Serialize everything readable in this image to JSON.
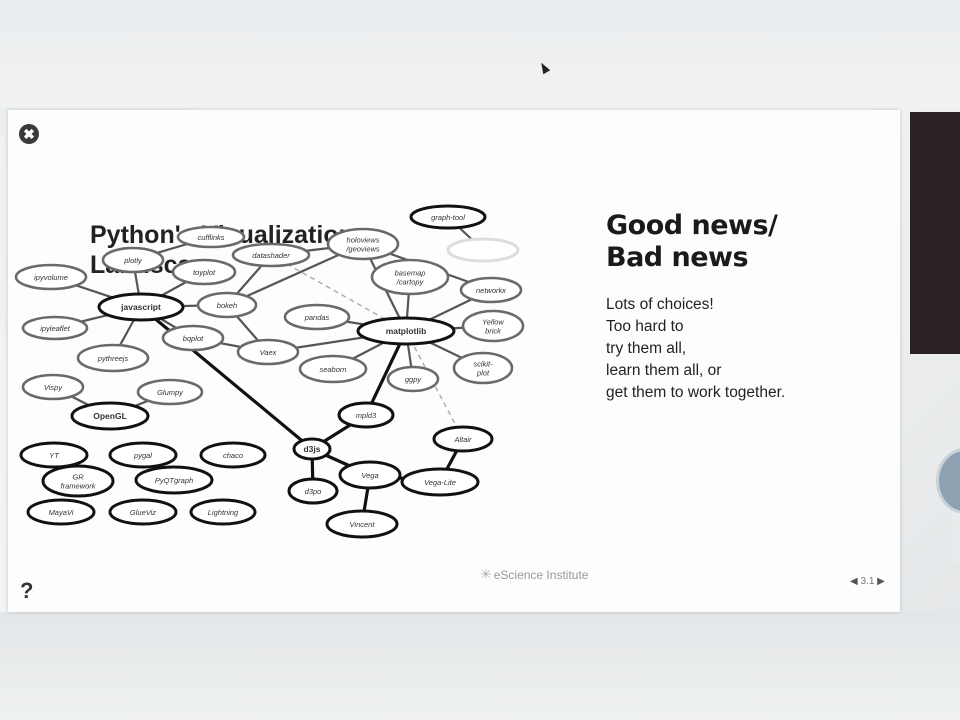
{
  "slide": {
    "title": "Python's Visualization Landscape",
    "right_title": [
      "Good news/",
      "Bad news"
    ],
    "right_body": [
      "Lots of choices!",
      "Too hard to",
      "try them all,",
      "learn them all, or",
      "get them to work together."
    ],
    "footer_logo": "eScience Institute",
    "nav_page": "3.1"
  },
  "controls": {
    "close_symbol": "✖",
    "help_symbol": "?",
    "prev_symbol": "◀",
    "next_symbol": "▶"
  },
  "diagram": {
    "nodes": [
      {
        "id": "graph-tool",
        "label": "graph-tool",
        "bold": true
      },
      {
        "id": "hidden",
        "label": ""
      },
      {
        "id": "cufflinks",
        "label": "cufflinks"
      },
      {
        "id": "datashader",
        "label": "datashader"
      },
      {
        "id": "holoviews",
        "label": [
          "holoviews",
          "/geoviews"
        ]
      },
      {
        "id": "ipyvolume",
        "label": "ipyvolume"
      },
      {
        "id": "plotly",
        "label": "plotly"
      },
      {
        "id": "toyplot",
        "label": "toyplot"
      },
      {
        "id": "basemap",
        "label": [
          "basemap",
          "/cartopy"
        ]
      },
      {
        "id": "networkx",
        "label": "networkx"
      },
      {
        "id": "javascript",
        "label": "javascript",
        "bold": true
      },
      {
        "id": "bokeh",
        "label": "bokeh"
      },
      {
        "id": "pandas",
        "label": "pandas"
      },
      {
        "id": "ipyleaflet",
        "label": "ipyleaflet"
      },
      {
        "id": "matplotlib",
        "label": "matplotlib",
        "bold": true
      },
      {
        "id": "yellowbrick",
        "label": [
          "Yellow",
          "brick"
        ]
      },
      {
        "id": "bqplot",
        "label": "bqplot"
      },
      {
        "id": "vaex",
        "label": "Vaex"
      },
      {
        "id": "pythreejs",
        "label": "pythreejs"
      },
      {
        "id": "seaborn",
        "label": "seaborn"
      },
      {
        "id": "scikitplot",
        "label": [
          "scikit-",
          "plot"
        ]
      },
      {
        "id": "ggpy",
        "label": "ggpy"
      },
      {
        "id": "vispy",
        "label": "Vispy"
      },
      {
        "id": "glumpy",
        "label": "Glumpy"
      },
      {
        "id": "opengl",
        "label": "OpenGL",
        "bold": true
      },
      {
        "id": "mpld3",
        "label": "mpld3",
        "bold": true
      },
      {
        "id": "altair",
        "label": "Altair",
        "bold": true
      },
      {
        "id": "d3js",
        "label": "d3js",
        "bold": true
      },
      {
        "id": "yt",
        "label": "YT",
        "bold": true
      },
      {
        "id": "pygal",
        "label": "pygal",
        "bold": true
      },
      {
        "id": "chaco",
        "label": "chaco",
        "bold": true
      },
      {
        "id": "vega",
        "label": "Vega",
        "bold": true
      },
      {
        "id": "vegalite",
        "label": "Vega-Lite",
        "bold": true
      },
      {
        "id": "grframework",
        "label": [
          "GR",
          "framework"
        ],
        "bold": true
      },
      {
        "id": "pyqtgraph",
        "label": "PyQTgraph",
        "bold": true
      },
      {
        "id": "d3po",
        "label": "d3po",
        "bold": true
      },
      {
        "id": "mayavi",
        "label": "MayaVi",
        "bold": true
      },
      {
        "id": "glueviz",
        "label": "GlueViz",
        "bold": true
      },
      {
        "id": "lightning",
        "label": "Lightning",
        "bold": true
      },
      {
        "id": "vincent",
        "label": "Vincent",
        "bold": true
      }
    ],
    "edges": [
      [
        "ipyvolume",
        "javascript",
        "thin"
      ],
      [
        "plotly",
        "javascript",
        "thin"
      ],
      [
        "cufflinks",
        "plotly",
        "thin"
      ],
      [
        "toyplot",
        "javascript",
        "thin"
      ],
      [
        "bokeh",
        "javascript",
        "thin"
      ],
      [
        "ipyleaflet",
        "javascript",
        "thin"
      ],
      [
        "pythreejs",
        "javascript",
        "thin"
      ],
      [
        "bqplot",
        "javascript",
        "thin"
      ],
      [
        "datashader",
        "bokeh",
        "thin"
      ],
      [
        "datashader",
        "holoviews",
        "thin"
      ],
      [
        "holoviews",
        "bokeh",
        "thin"
      ],
      [
        "holoviews",
        "matplotlib",
        "thin"
      ],
      [
        "holoviews",
        "networkx",
        "thin"
      ],
      [
        "basemap",
        "matplotlib",
        "thin"
      ],
      [
        "networkx",
        "matplotlib",
        "thin"
      ],
      [
        "graph-tool",
        "hidden",
        "thin"
      ],
      [
        "pandas",
        "matplotlib",
        "thin"
      ],
      [
        "yellowbrick",
        "matplotlib",
        "thin"
      ],
      [
        "scikitplot",
        "matplotlib",
        "thin"
      ],
      [
        "seaborn",
        "matplotlib",
        "thin"
      ],
      [
        "ggpy",
        "matplotlib",
        "thin"
      ],
      [
        "vaex",
        "matplotlib",
        "thin"
      ],
      [
        "vaex",
        "bqplot",
        "thin"
      ],
      [
        "vaex",
        "bokeh",
        "thin"
      ],
      [
        "vispy",
        "opengl",
        "thin"
      ],
      [
        "glumpy",
        "opengl",
        "thin"
      ],
      [
        "javascript",
        "d3js",
        "thick"
      ],
      [
        "matplotlib",
        "mpld3",
        "thick"
      ],
      [
        "mpld3",
        "d3js",
        "thick"
      ],
      [
        "d3js",
        "vega",
        "thick"
      ],
      [
        "d3js",
        "d3po",
        "thick"
      ],
      [
        "vega",
        "vegalite",
        "thick"
      ],
      [
        "altair",
        "vegalite",
        "thick"
      ],
      [
        "vega",
        "vincent",
        "thick"
      ],
      [
        "datashader",
        "matplotlib",
        "dashed"
      ],
      [
        "matplotlib",
        "altair",
        "dashed"
      ]
    ]
  },
  "colors": {
    "slide_bg": "#fdfdfd",
    "thin_stroke": "#555555",
    "thick_stroke": "#111111",
    "node_fill": "#ffffff",
    "dashed_stroke": "#aaaaaa"
  }
}
